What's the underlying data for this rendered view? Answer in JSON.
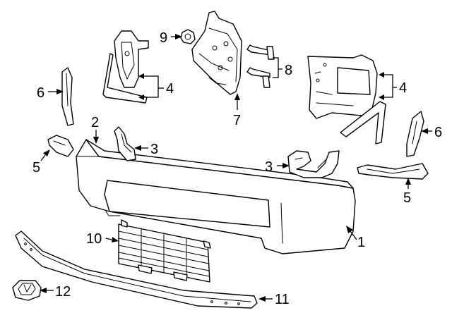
{
  "diagram": {
    "callouts": [
      {
        "id": "c1",
        "text": "1"
      },
      {
        "id": "c2",
        "text": "2"
      },
      {
        "id": "c3a",
        "text": "3"
      },
      {
        "id": "c3b",
        "text": "3"
      },
      {
        "id": "c4a",
        "text": "4"
      },
      {
        "id": "c4b",
        "text": "4"
      },
      {
        "id": "c5a",
        "text": "5"
      },
      {
        "id": "c5b",
        "text": "5"
      },
      {
        "id": "c6a",
        "text": "6"
      },
      {
        "id": "c6b",
        "text": "6"
      },
      {
        "id": "c7",
        "text": "7"
      },
      {
        "id": "c8",
        "text": "8"
      },
      {
        "id": "c9",
        "text": "9"
      },
      {
        "id": "c10",
        "text": "10"
      },
      {
        "id": "c11",
        "text": "11"
      },
      {
        "id": "c12",
        "text": "12"
      }
    ]
  }
}
